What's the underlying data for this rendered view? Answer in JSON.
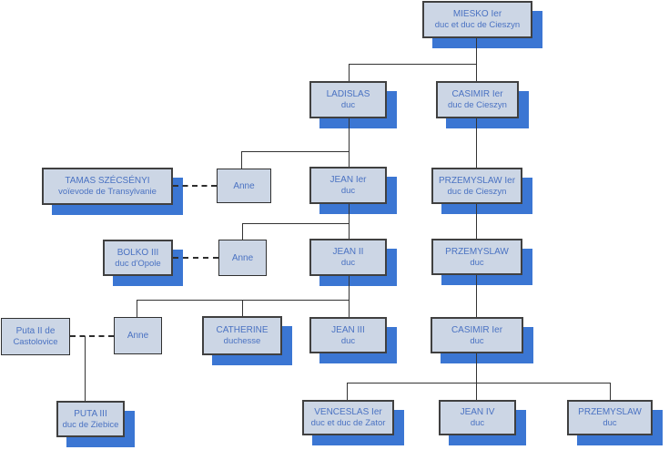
{
  "diagram": {
    "type": "family-tree",
    "colors": {
      "background": "#ffffff",
      "node_fill": "#ccd6e5",
      "node_border": "#404040",
      "node_shadow": "#3b76d3",
      "node_text": "#4a72c2",
      "connector_line": "#333333"
    },
    "nodes": [
      {
        "id": "mieszko",
        "name": "MIESKO Ier",
        "title": "duc et duc de Cieszyn"
      },
      {
        "id": "ladislas",
        "name": "LADISLAS",
        "title": "duc"
      },
      {
        "id": "casimir-1",
        "name": "CASIMIR Ier",
        "title": "duc de Cieszyn"
      },
      {
        "id": "tamas",
        "name": "TAMAS SZÉCSÉNYI",
        "title": "voïevode de Transylvanie"
      },
      {
        "id": "anne-1",
        "name": "Anne",
        "title": ""
      },
      {
        "id": "jean-1",
        "name": "JEAN Ier",
        "title": "duc"
      },
      {
        "id": "przemyslaw-1",
        "name": "PRZEMYSLAW Ier",
        "title": "duc de Cieszyn"
      },
      {
        "id": "bolko-3",
        "name": "BOLKO III",
        "title": "duc d'Opole"
      },
      {
        "id": "anne-2",
        "name": "Anne",
        "title": ""
      },
      {
        "id": "jean-2",
        "name": "JEAN II",
        "title": "duc"
      },
      {
        "id": "przemyslaw-2",
        "name": "PRZEMYSLAW",
        "title": "duc"
      },
      {
        "id": "puta-2",
        "name": "Puta II de",
        "title": "Castolovice"
      },
      {
        "id": "anne-3",
        "name": "Anne",
        "title": ""
      },
      {
        "id": "catherine",
        "name": "CATHERINE",
        "title": "duchesse"
      },
      {
        "id": "jean-3",
        "name": "JEAN III",
        "title": "duc"
      },
      {
        "id": "casimir-2",
        "name": "CASIMIR Ier",
        "title": "duc"
      },
      {
        "id": "puta-3",
        "name": "PUTA III",
        "title": "duc de Ziebice"
      },
      {
        "id": "venceslas",
        "name": "VENCESLAS Ier",
        "title": "duc et duc de Zator"
      },
      {
        "id": "jean-4",
        "name": "JEAN IV",
        "title": "duc"
      },
      {
        "id": "przemyslaw-3",
        "name": "PRZEMYSLAW",
        "title": "duc"
      }
    ]
  }
}
